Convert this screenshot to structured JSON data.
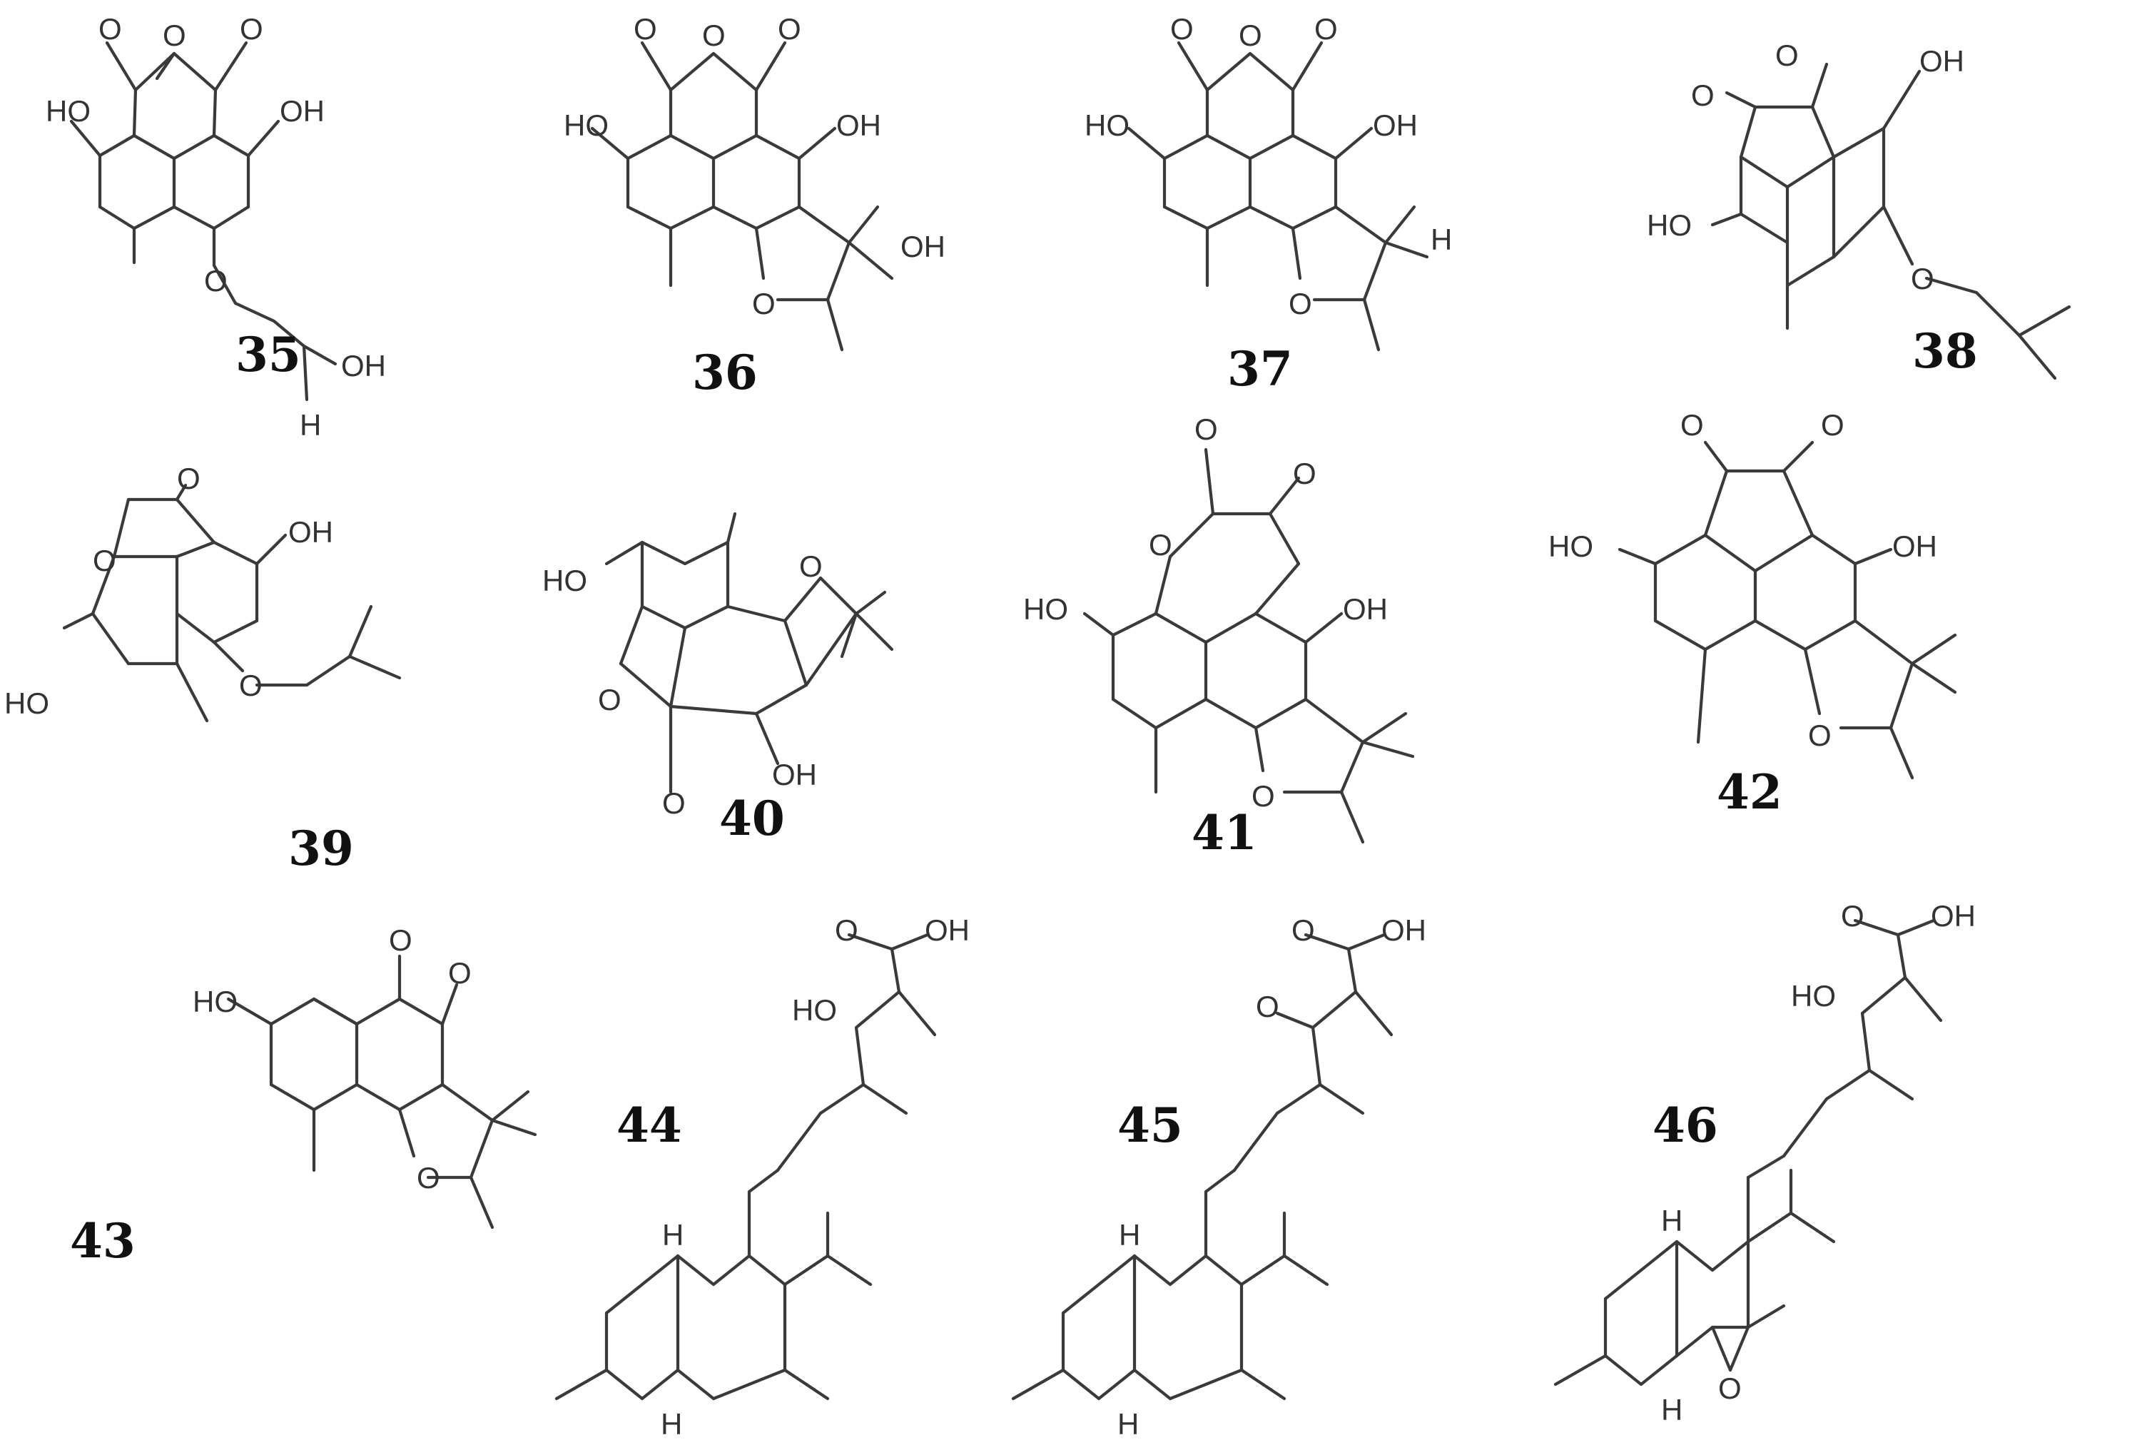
{
  "compounds": [
    {
      "id": "35",
      "atoms": [
        "O",
        "O",
        "O",
        "HO",
        "OH",
        "O",
        "OH",
        "H"
      ]
    },
    {
      "id": "36",
      "atoms": [
        "O",
        "O",
        "O",
        "HO",
        "OH",
        "OH",
        "O"
      ]
    },
    {
      "id": "37",
      "atoms": [
        "O",
        "O",
        "O",
        "HO",
        "OH",
        "H",
        "O"
      ]
    },
    {
      "id": "38",
      "atoms": [
        "O",
        "O",
        "OH",
        "HO",
        "O"
      ]
    },
    {
      "id": "39",
      "atoms": [
        "O",
        "OH",
        "O",
        "HO",
        "O"
      ]
    },
    {
      "id": "40",
      "atoms": [
        "HO",
        "O",
        "O",
        "O",
        "OH"
      ]
    },
    {
      "id": "41",
      "atoms": [
        "O",
        "O",
        "O",
        "HO",
        "OH",
        "O"
      ]
    },
    {
      "id": "42",
      "atoms": [
        "O",
        "O",
        "HO",
        "OH",
        "O"
      ]
    },
    {
      "id": "43",
      "atoms": [
        "O",
        "O",
        "HO",
        "O"
      ]
    },
    {
      "id": "44",
      "atoms": [
        "O",
        "OH",
        "HO",
        "H",
        "H"
      ]
    },
    {
      "id": "45",
      "atoms": [
        "O",
        "OH",
        "O",
        "H",
        "H"
      ]
    },
    {
      "id": "46",
      "atoms": [
        "O",
        "OH",
        "HO",
        "H",
        "H",
        "O"
      ]
    }
  ]
}
